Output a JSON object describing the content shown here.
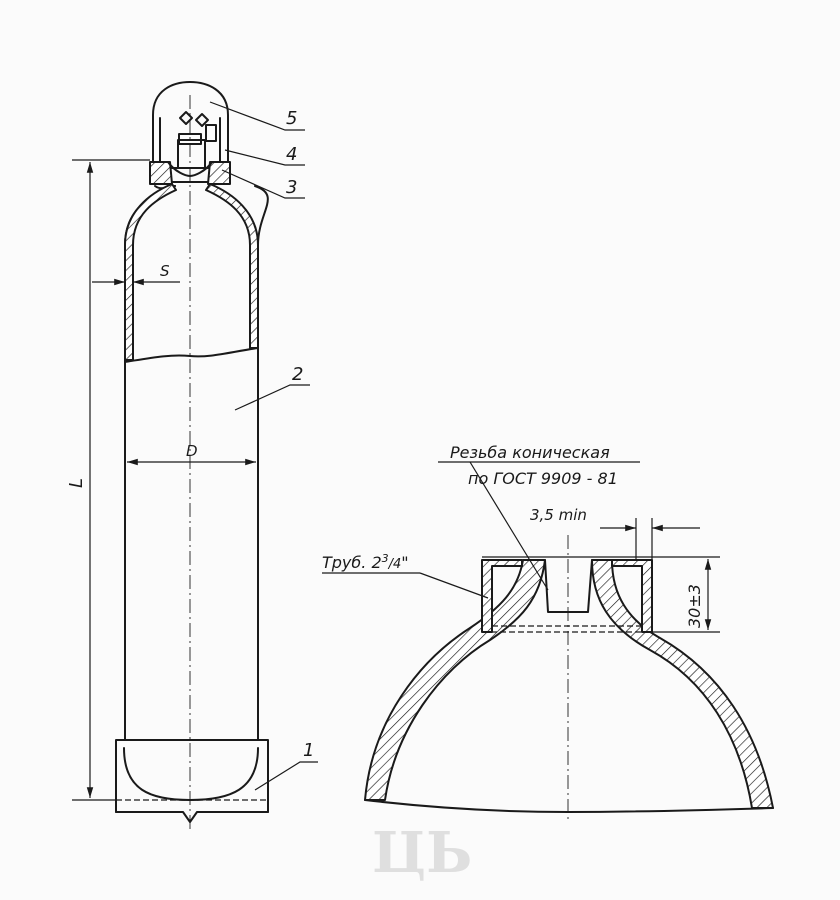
{
  "labels": {
    "part_1": "1",
    "part_2": "2",
    "part_3": "3",
    "part_4": "4",
    "part_5": "5",
    "dim_L": "L",
    "dim_S": "S",
    "dim_D": "D",
    "thread_line1": "Резьба коническая",
    "thread_line2": "по ГОСТ 9909 - 81",
    "dim_min": "3,5 min",
    "pipe_prefix": "Труб. 2",
    "pipe_sup": "3",
    "pipe_sub": "/4",
    "pipe_suffix": "\"",
    "dim_height": "30±3"
  },
  "watermark": "ЦЬ",
  "colors": {
    "ink": "#1a1a1a",
    "background": "#fbfbfb",
    "watermark": "#c9c9c9"
  }
}
